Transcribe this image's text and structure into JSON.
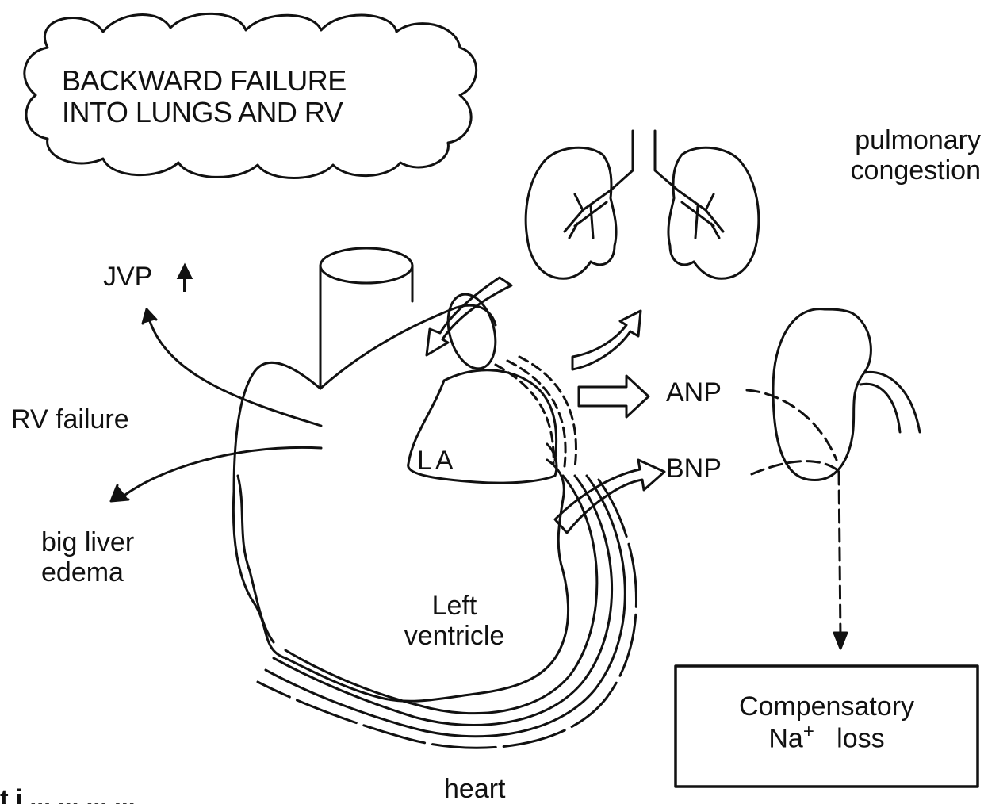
{
  "cloud": {
    "line1": "BACKWARD FAILURE",
    "line2": "INTO LUNGS AND RV"
  },
  "lungs_label": {
    "line1": "pulmonary",
    "line2": "congestion"
  },
  "jvp": {
    "text": "JVP",
    "arrow": "↑"
  },
  "rv_failure": "RV  failure",
  "liver": {
    "line1": "big liver",
    "line2": "edema"
  },
  "chambers": {
    "la": "LA",
    "lv_line1": "Left",
    "lv_line2": "ventricle"
  },
  "hormones": {
    "anp": "ANP",
    "bnp": "BNP"
  },
  "compensatory": {
    "line1": "Compensatory",
    "na": "Na",
    "sup": "+",
    "loss": "loss"
  },
  "heart_caption": "heart",
  "cut_text": "t i  ...   ...  ...  ..."
}
